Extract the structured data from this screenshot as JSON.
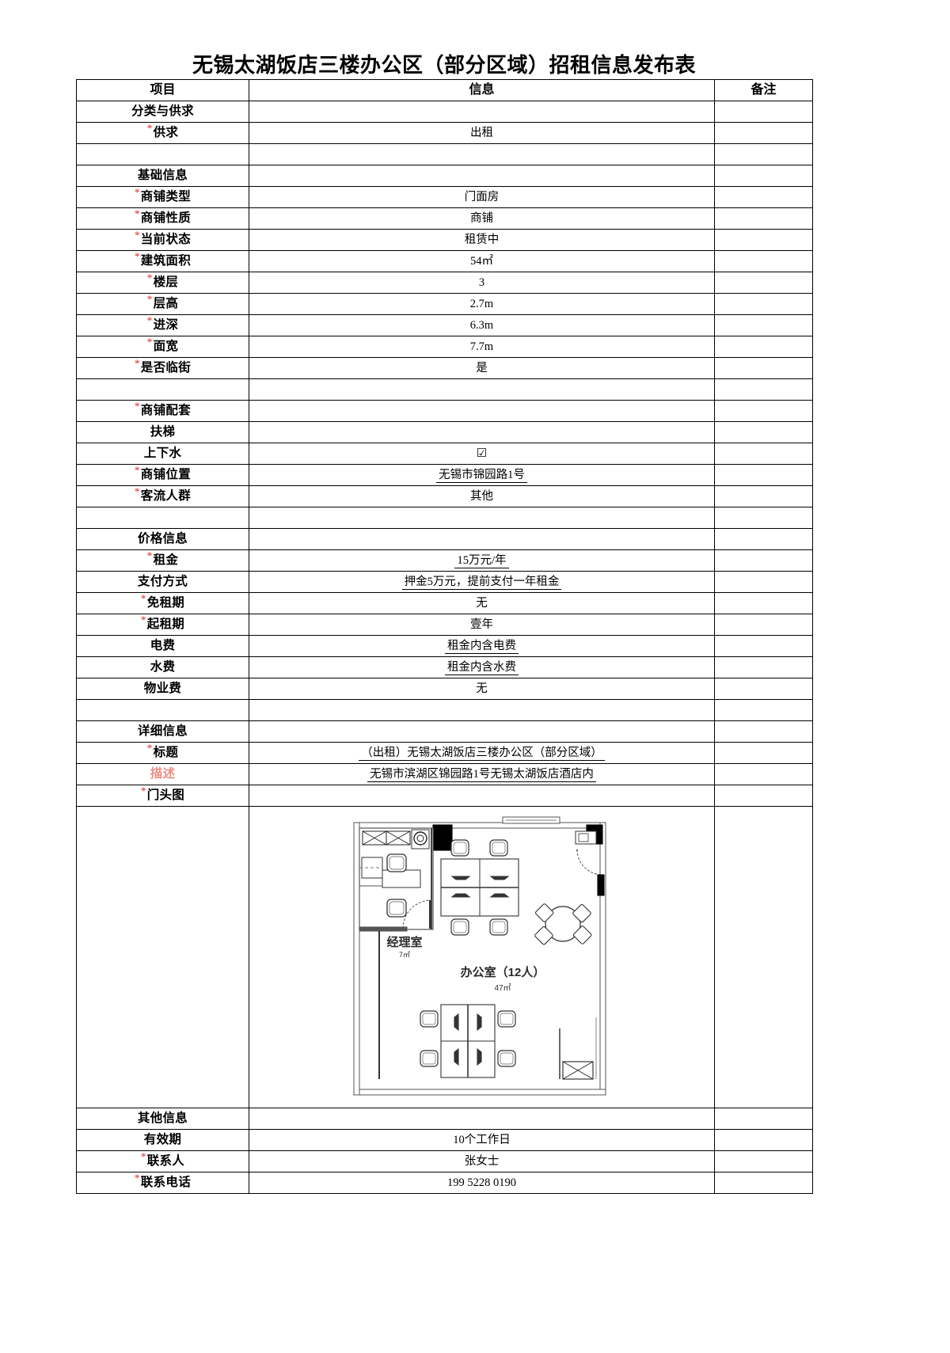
{
  "document": {
    "title": "无锡太湖饭店三楼办公区（部分区域）招租信息发布表"
  },
  "table": {
    "headers": {
      "item": "项目",
      "info": "信息",
      "note": "备注"
    },
    "rows": [
      {
        "kind": "section",
        "item": "分类与供求",
        "info": "",
        "note": ""
      },
      {
        "kind": "field",
        "required": true,
        "item": "供求",
        "info": "出租",
        "note": ""
      },
      {
        "kind": "blank",
        "item": "",
        "info": "",
        "note": ""
      },
      {
        "kind": "section",
        "item": "基础信息",
        "info": "",
        "note": ""
      },
      {
        "kind": "field",
        "required": true,
        "item": "商铺类型",
        "info": "门面房",
        "note": ""
      },
      {
        "kind": "field",
        "required": true,
        "item": "商铺性质",
        "info": "商铺",
        "note": ""
      },
      {
        "kind": "field",
        "required": true,
        "item": "当前状态",
        "info": "租赁中",
        "note": ""
      },
      {
        "kind": "field",
        "required": true,
        "item": "建筑面积",
        "info": "54㎡",
        "note": ""
      },
      {
        "kind": "field",
        "required": true,
        "item": "楼层",
        "info": "3",
        "note": ""
      },
      {
        "kind": "field",
        "required": true,
        "item": "层高",
        "info": "2.7m",
        "note": ""
      },
      {
        "kind": "field",
        "required": true,
        "item": "进深",
        "info": "6.3m",
        "note": ""
      },
      {
        "kind": "field",
        "required": true,
        "item": "面宽",
        "info": "7.7m",
        "note": ""
      },
      {
        "kind": "field",
        "required": true,
        "item": "是否临街",
        "info": "是",
        "note": ""
      },
      {
        "kind": "blank",
        "item": "",
        "info": "",
        "note": ""
      },
      {
        "kind": "section",
        "required": true,
        "item": "商铺配套",
        "info": "",
        "note": ""
      },
      {
        "kind": "field",
        "required": false,
        "item": "扶梯",
        "info": "",
        "note": ""
      },
      {
        "kind": "field",
        "required": false,
        "item": "上下水",
        "info": "☑",
        "note": ""
      },
      {
        "kind": "field",
        "required": true,
        "item": "商铺位置",
        "info": "无锡市锦园路1号",
        "note": "",
        "underline": true
      },
      {
        "kind": "field",
        "required": true,
        "item": "客流人群",
        "info": "其他",
        "note": ""
      },
      {
        "kind": "blank",
        "item": "",
        "info": "",
        "note": ""
      },
      {
        "kind": "section",
        "item": "价格信息",
        "info": "",
        "note": ""
      },
      {
        "kind": "field",
        "required": true,
        "item": "租金",
        "info": "15万元/年",
        "note": "",
        "underline": true
      },
      {
        "kind": "field",
        "required": false,
        "item": "支付方式",
        "info": "押金5万元，提前支付一年租金",
        "note": "",
        "underline": true
      },
      {
        "kind": "field",
        "required": true,
        "item": "免租期",
        "info": "无",
        "note": ""
      },
      {
        "kind": "field",
        "required": true,
        "item": "起租期",
        "info": "壹年",
        "note": ""
      },
      {
        "kind": "field",
        "required": false,
        "item": "电费",
        "info": "租金内含电费",
        "note": "",
        "underline": true
      },
      {
        "kind": "field",
        "required": false,
        "item": "水费",
        "info": "租金内含水费",
        "note": "",
        "underline": true
      },
      {
        "kind": "field",
        "required": false,
        "item": "物业费",
        "info": "无",
        "note": ""
      },
      {
        "kind": "blank",
        "item": "",
        "info": "",
        "note": ""
      },
      {
        "kind": "section",
        "item": "详细信息",
        "info": "",
        "note": ""
      },
      {
        "kind": "field",
        "required": true,
        "item": "标题",
        "info": "（出租）无锡太湖饭店三楼办公区（部分区域）",
        "note": "",
        "underline": true
      },
      {
        "kind": "field",
        "required": false,
        "item": "描述",
        "info": "无锡市滨湖区锦园路1号无锡太湖饭店酒店内",
        "note": "",
        "underline": true,
        "label_style": "desc"
      },
      {
        "kind": "field",
        "required": true,
        "item": "门头图",
        "info": "",
        "note": ""
      },
      {
        "kind": "plan",
        "item": "",
        "info": "",
        "note": ""
      },
      {
        "kind": "section",
        "item": "其他信息",
        "info": "",
        "note": ""
      },
      {
        "kind": "field",
        "required": false,
        "item": "有效期",
        "info": "10个工作日",
        "note": ""
      },
      {
        "kind": "field",
        "required": true,
        "item": "联系人",
        "info": "张女士",
        "note": ""
      },
      {
        "kind": "field",
        "required": true,
        "item": "联系电话",
        "info": "199 5228 0190",
        "note": ""
      }
    ]
  },
  "floorplan": {
    "rooms": [
      {
        "name": "经理室",
        "area": "7㎡"
      },
      {
        "name": "办公室（12人）",
        "area": "47㎡"
      }
    ],
    "manager_room_label": "经理室",
    "manager_room_area": "7㎡",
    "office_label": "办公室（12人）",
    "office_area": "47㎡"
  },
  "colors": {
    "required_star": "#e8534f",
    "description_label": "#ef8f86",
    "border": "#000000",
    "page_background": "#ffffff"
  }
}
